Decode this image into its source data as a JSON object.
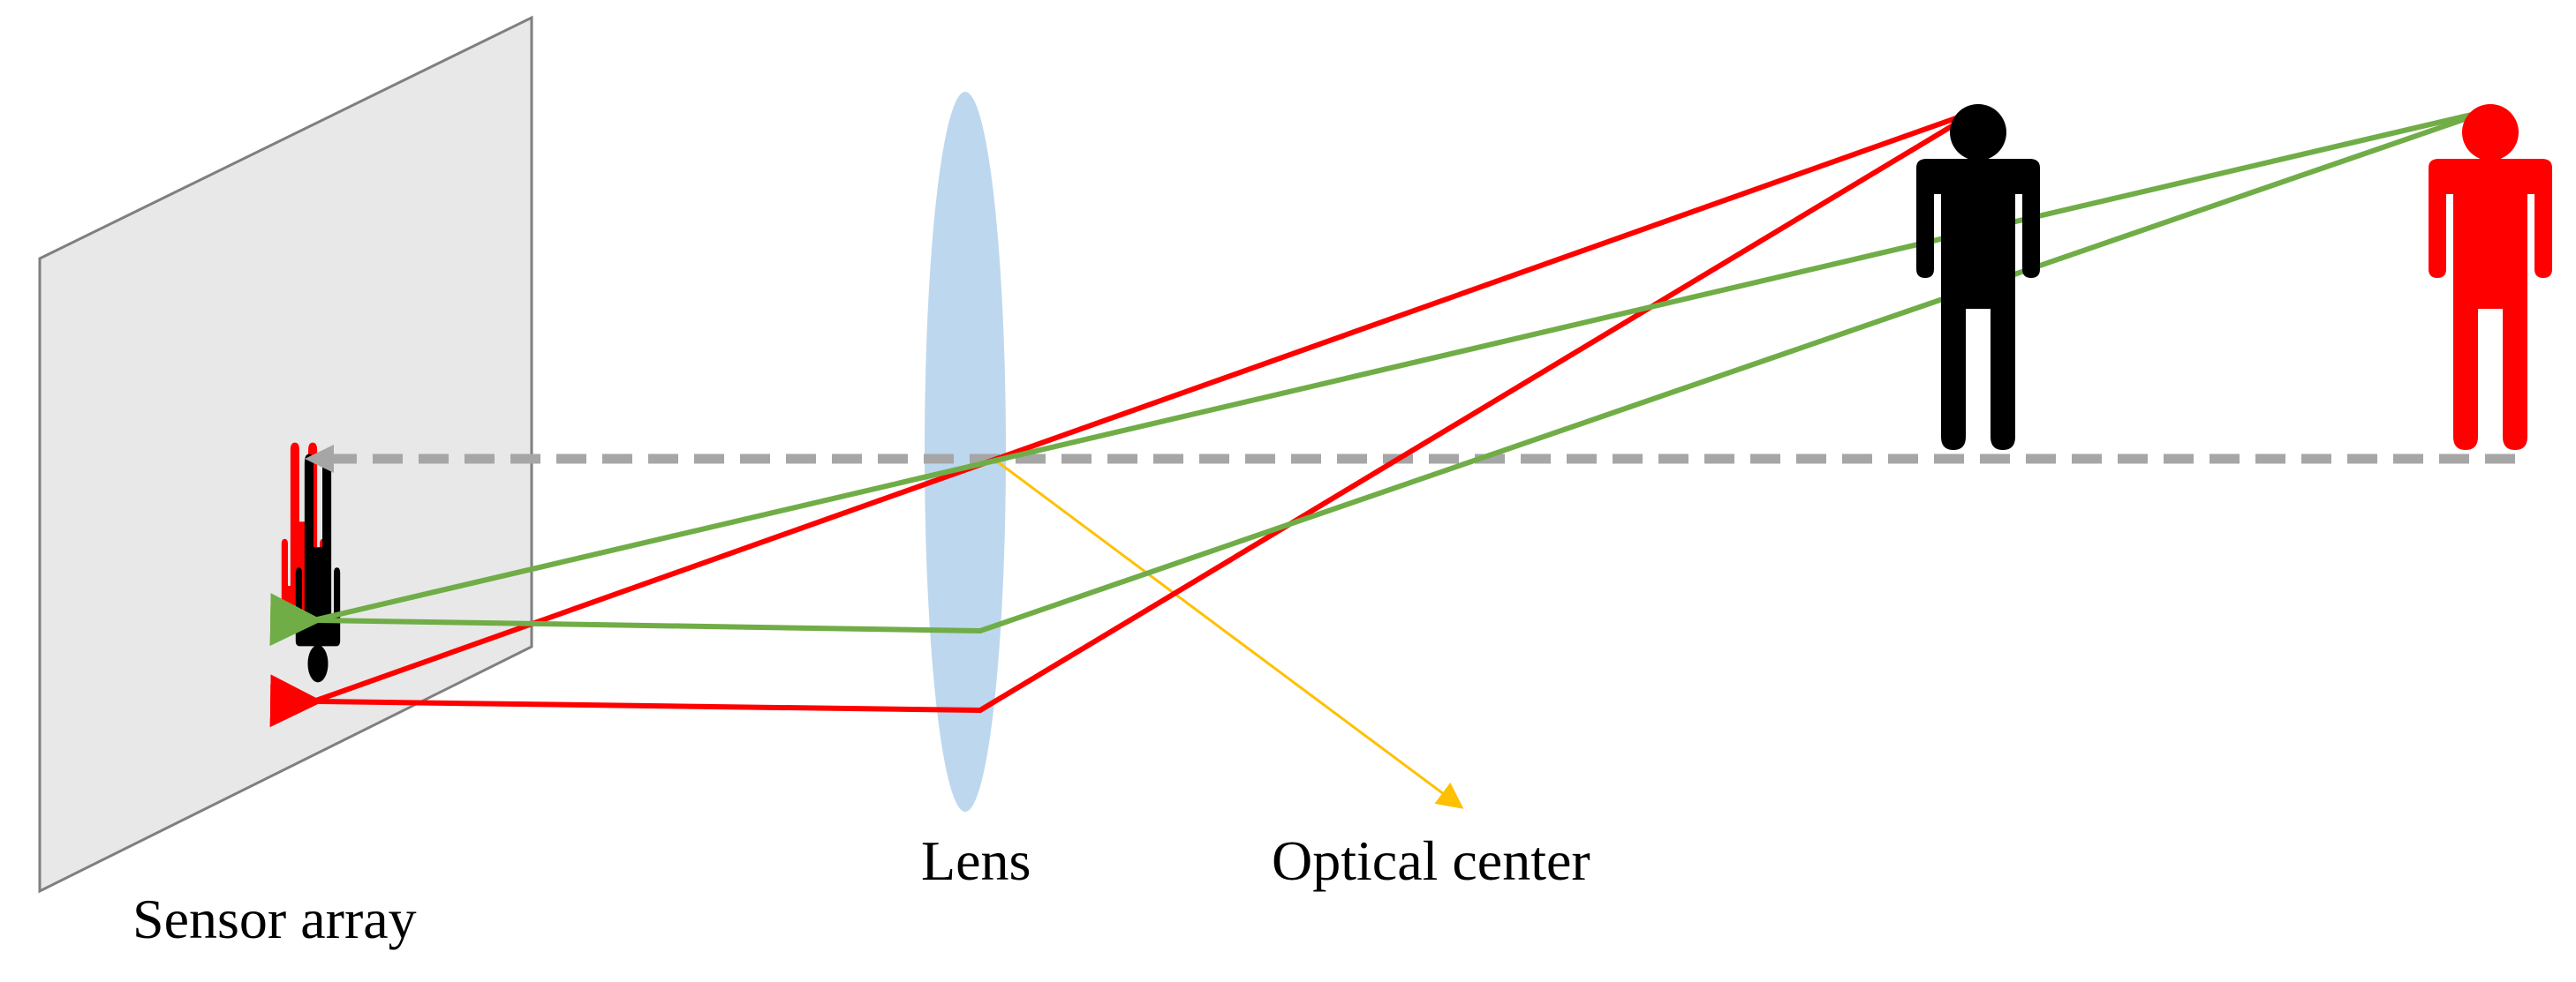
{
  "labels": {
    "sensor_array": "Sensor array",
    "lens": "Lens",
    "optical_center": "Optical center"
  },
  "colors": {
    "sensor_fill": "#e8e8e8",
    "sensor_stroke": "#7f7f7f",
    "lens_fill": "#bdd7ee",
    "near_ray": "#ff0000",
    "far_ray": "#70ad47",
    "optical_axis": "#a6a6a6",
    "optical_center_arrow": "#ffc000",
    "near_person": "#000000",
    "far_person": "#ff0000"
  },
  "icons": {
    "near_person": "person-icon",
    "far_person": "person-icon",
    "near_image": "inverted-person-icon",
    "far_image": "inverted-person-icon"
  }
}
